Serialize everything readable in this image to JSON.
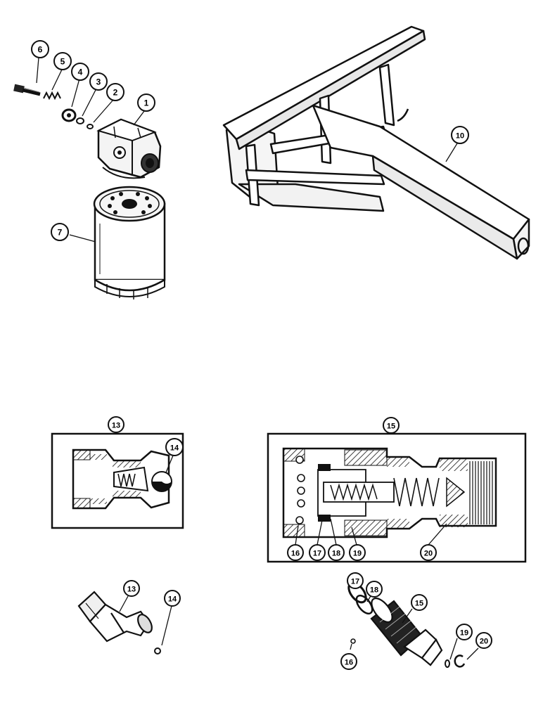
{
  "callouts": {
    "c1": "1",
    "c2": "2",
    "c3": "3",
    "c4": "4",
    "c5": "5",
    "c6": "6",
    "c7": "7",
    "c10": "10",
    "c13_box": "13",
    "c14_box": "14",
    "c15_box": "15",
    "c16_box": "16",
    "c17_box": "17",
    "c18_box": "18",
    "c19_box": "19",
    "c20_box": "20",
    "c13_part": "13",
    "c14_part": "14",
    "c15_part": "15",
    "c16_part": "16",
    "c17_part": "17",
    "c18_part": "18",
    "c19_part": "19",
    "c20_part": "20"
  }
}
